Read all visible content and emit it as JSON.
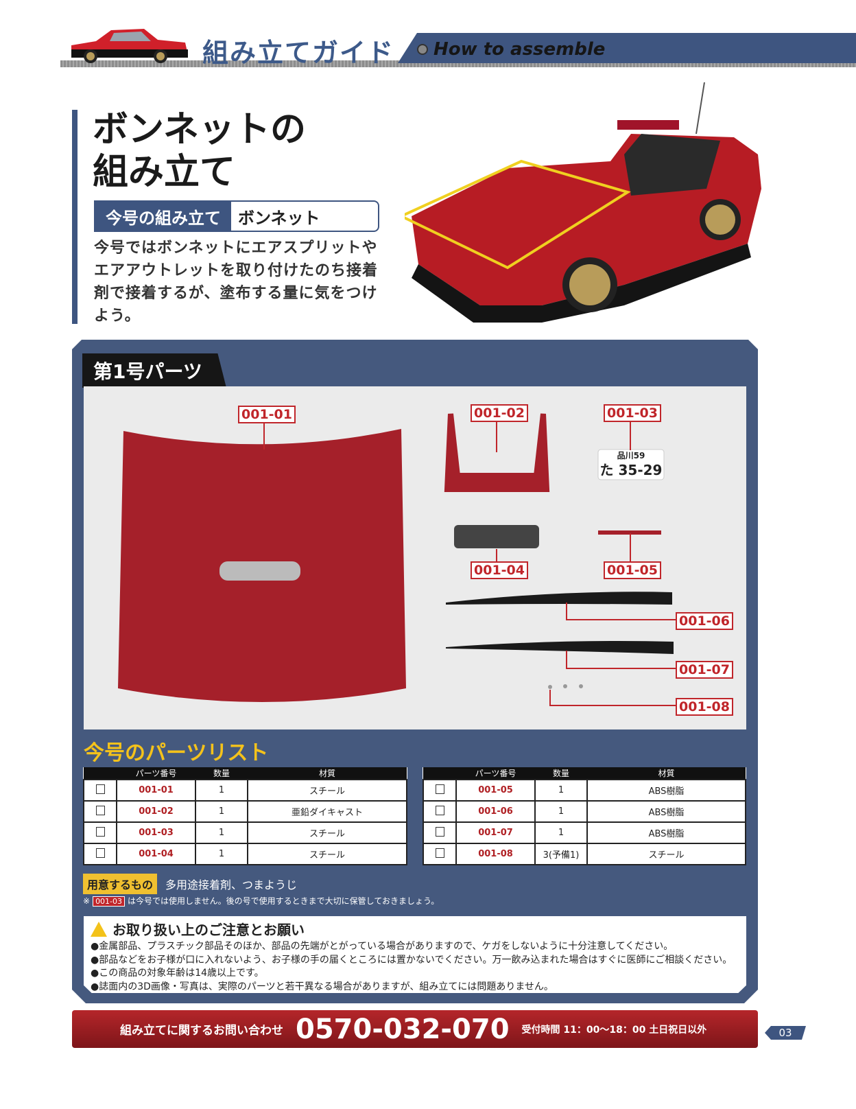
{
  "header": {
    "title": "組み立てガイド",
    "subtitle": "How to assemble"
  },
  "article": {
    "title_line1": "ボンネットの",
    "title_line2": "組み立て",
    "tag_label": "今号の組み立て",
    "tag_value": "ボンネット",
    "intro": "今号ではボンネットにエアスプリットやエアアウトレットを取り付けたのち接着剤で接着するが、塗布する量に気をつけよう。"
  },
  "parts_tab": "第1号パーツ",
  "part_labels": [
    "001-01",
    "001-02",
    "001-03",
    "001-04",
    "001-05",
    "001-06",
    "001-07",
    "001-08"
  ],
  "plate": {
    "top": "品川59",
    "bottom": "た 35-29"
  },
  "parts_list": {
    "title": "今号のパーツリスト",
    "headers": [
      "",
      "パーツ番号",
      "数量",
      "材質"
    ],
    "left": [
      {
        "no": "001-01",
        "qty": "1",
        "mat": "スチール"
      },
      {
        "no": "001-02",
        "qty": "1",
        "mat": "亜鉛ダイキャスト"
      },
      {
        "no": "001-03",
        "qty": "1",
        "mat": "スチール"
      },
      {
        "no": "001-04",
        "qty": "1",
        "mat": "スチール"
      }
    ],
    "right": [
      {
        "no": "001-05",
        "qty": "1",
        "mat": "ABS樹脂"
      },
      {
        "no": "001-06",
        "qty": "1",
        "mat": "ABS樹脂"
      },
      {
        "no": "001-07",
        "qty": "1",
        "mat": "ABS樹脂"
      },
      {
        "no": "001-08",
        "qty": "3(予備1)",
        "mat": "スチール"
      }
    ]
  },
  "prepare": {
    "label": "用意するもの",
    "value": "多用途接着剤、つまようじ"
  },
  "note": {
    "mark": "※",
    "part": "001-03",
    "text": "は今号では使用しません。後の号で使用するときまで大切に保管しておきましょう。"
  },
  "caution": {
    "title": "お取り扱い上のご注意とお願い",
    "items": [
      "●金属部品、プラスチック部品そのほか、部品の先端がとがっている場合がありますので、ケガをしないように十分注意してください。",
      "●部品などをお子様が口に入れないよう、お子様の手の届くところには置かないでください。万一飲み込まれた場合はすぐに医師にご相談ください。",
      "●この商品の対象年齢は14歳以上です。",
      "●誌面内の3D画像・写真は、実際のパーツと若干異なる場合がありますが、組み立てには問題ありません。"
    ]
  },
  "footer": {
    "label": "組み立てに関するお問い合わせ",
    "phone": "0570-032-070",
    "hours": "受付時間 11：00～18：00 土日祝日以外"
  },
  "page_number": "03"
}
